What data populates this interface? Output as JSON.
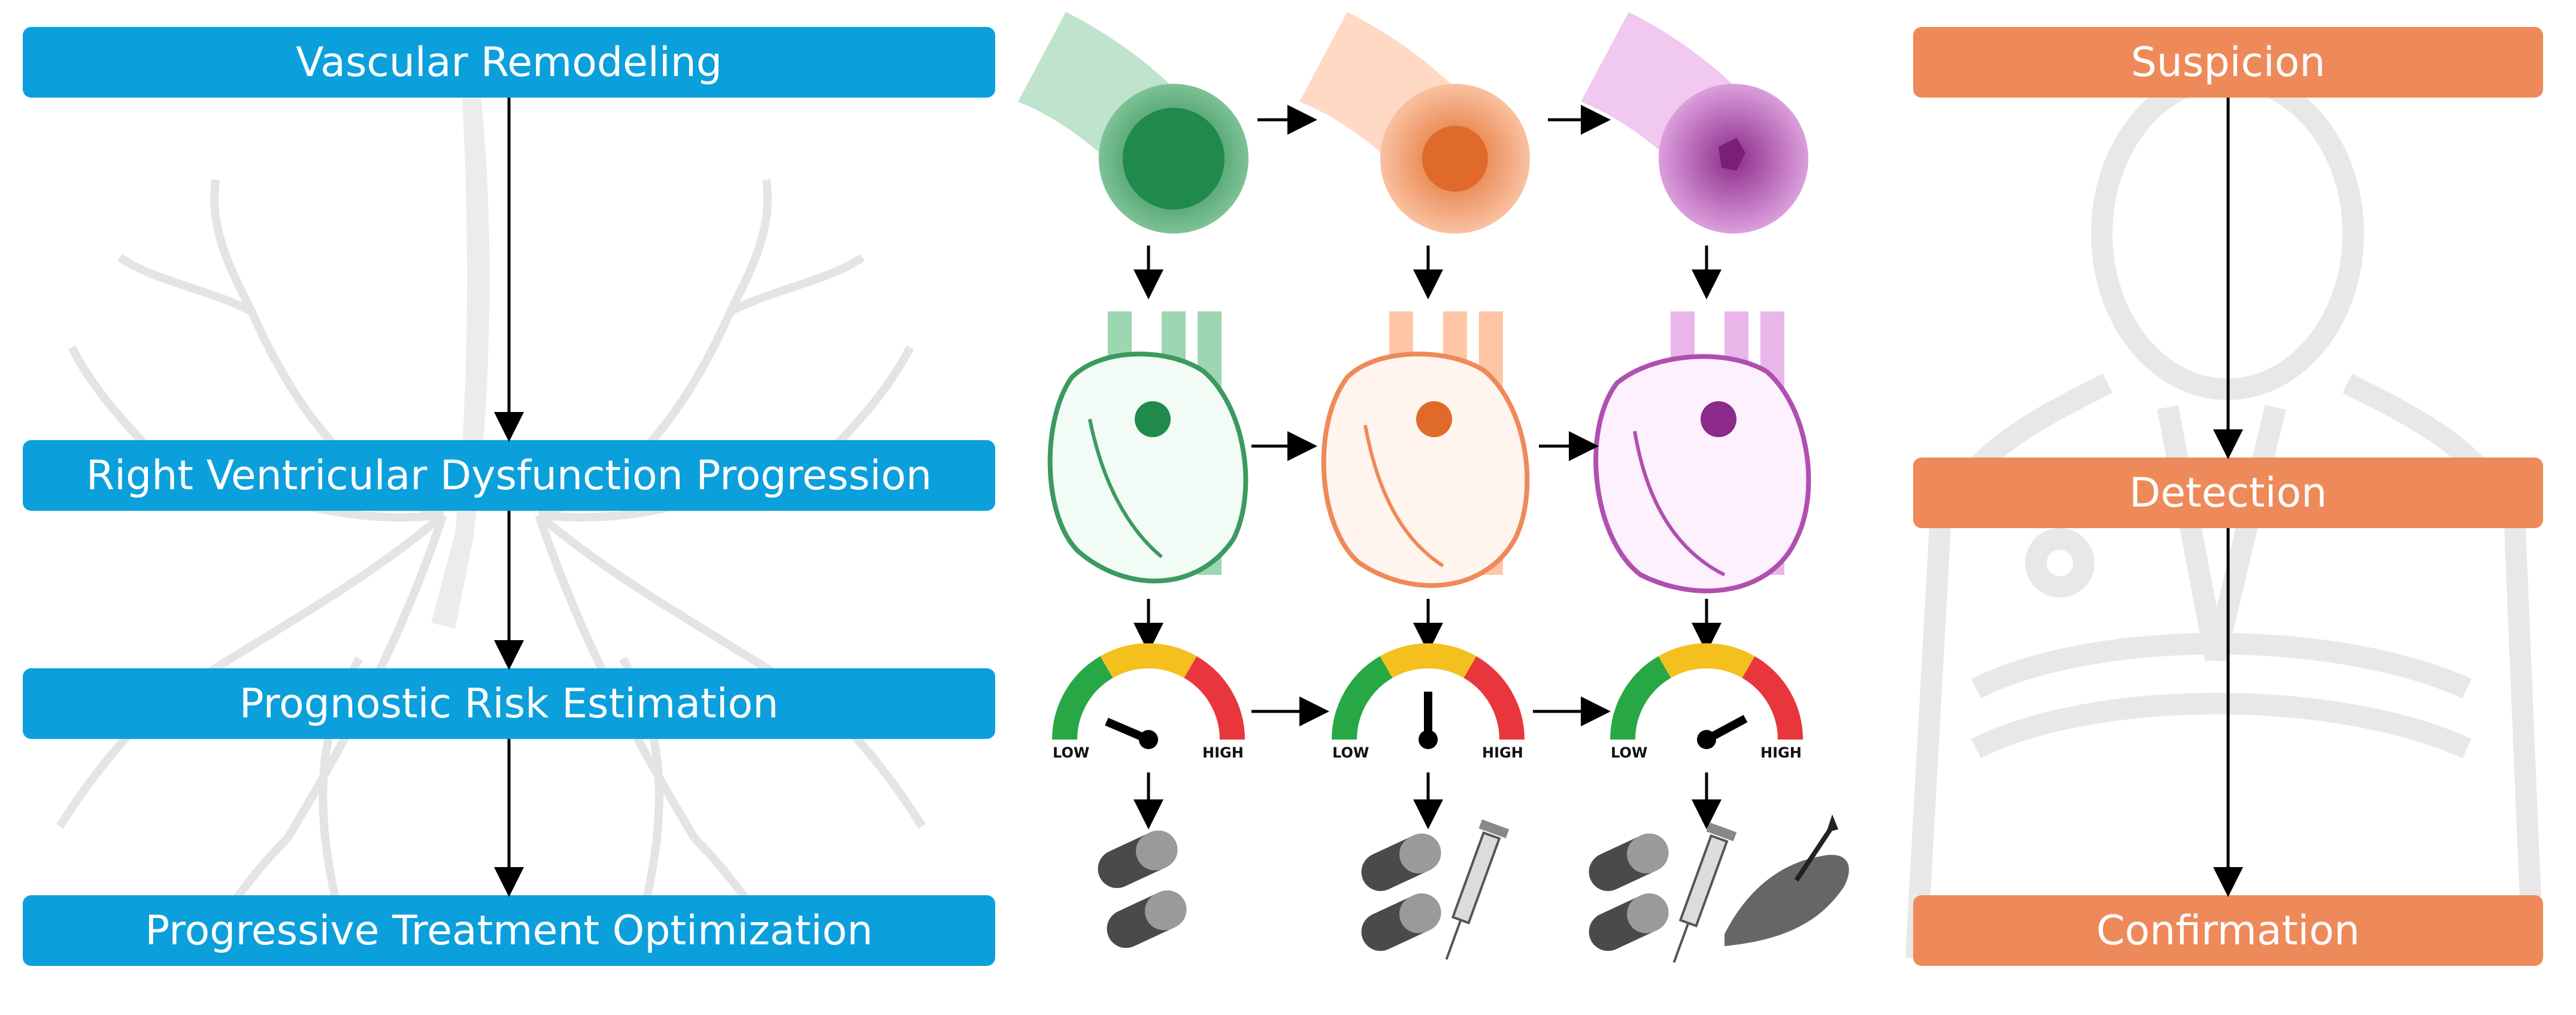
{
  "left_panel": {
    "steps": [
      "Vascular Remodeling",
      "Right Ventricular Dysfunction Progression",
      "Prognostic Risk Estimation",
      "Progressive Treatment Optimization"
    ],
    "color": "#0ba0dc"
  },
  "right_panel": {
    "steps": [
      "Suspicion",
      "Detection",
      "Confirmation"
    ],
    "color": "#ee8a59"
  },
  "stages": [
    {
      "color": "#2e8b57",
      "treatments": [
        "pills-icon"
      ]
    },
    {
      "color": "#ee8a59",
      "treatments": [
        "pills-icon",
        "syringe-icon"
      ]
    },
    {
      "color": "#b04fb0",
      "treatments": [
        "pills-icon",
        "syringe-icon",
        "surgery-hand-icon"
      ]
    }
  ],
  "gauge": {
    "low_label": "LOW",
    "high_label": "HIGH",
    "segment_colors": [
      "#27a844",
      "#f4c01d",
      "#e8363c"
    ]
  }
}
